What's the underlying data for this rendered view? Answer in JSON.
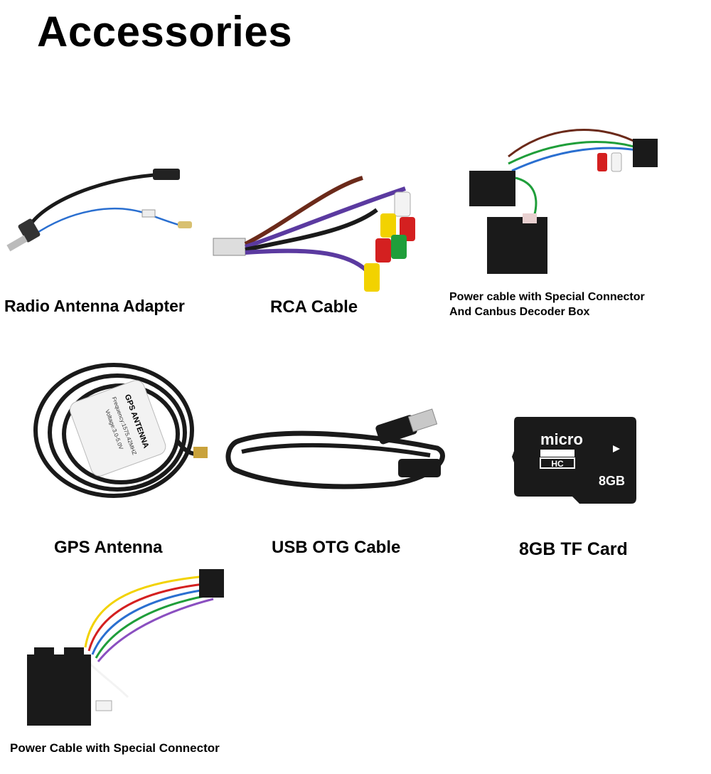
{
  "page": {
    "title": "Accessories"
  },
  "items": [
    {
      "id": "radio-antenna-adapter",
      "caption": "Radio Antenna Adapter"
    },
    {
      "id": "rca-cable",
      "caption": "RCA Cable"
    },
    {
      "id": "power-cable-canbus",
      "caption_line1": "Power cable with Special Connector",
      "caption_line2": "And Canbus Decoder Box"
    },
    {
      "id": "gps-antenna",
      "caption": "GPS Antenna",
      "label_lines": [
        "GPS ANTENNA",
        "Frequency:1575.42MHZ",
        "Voltage:3.0-5.0V"
      ]
    },
    {
      "id": "usb-otg-cable",
      "caption": "USB OTG Cable"
    },
    {
      "id": "tf-card",
      "caption": "8GB TF Card",
      "card_brand": "micro",
      "card_type": "HC",
      "card_capacity": "8GB"
    },
    {
      "id": "power-cable-special",
      "caption": "Power Cable with Special Connector"
    }
  ],
  "colors": {
    "wire_black": "#1a1a1a",
    "rca_red": "#d42020",
    "rca_yellow": "#f2d200",
    "rca_green": "#1f9e3a",
    "rca_white": "#f3f3f3",
    "wire_blue": "#2a6fd0",
    "wire_purple": "#5b3aa0"
  }
}
